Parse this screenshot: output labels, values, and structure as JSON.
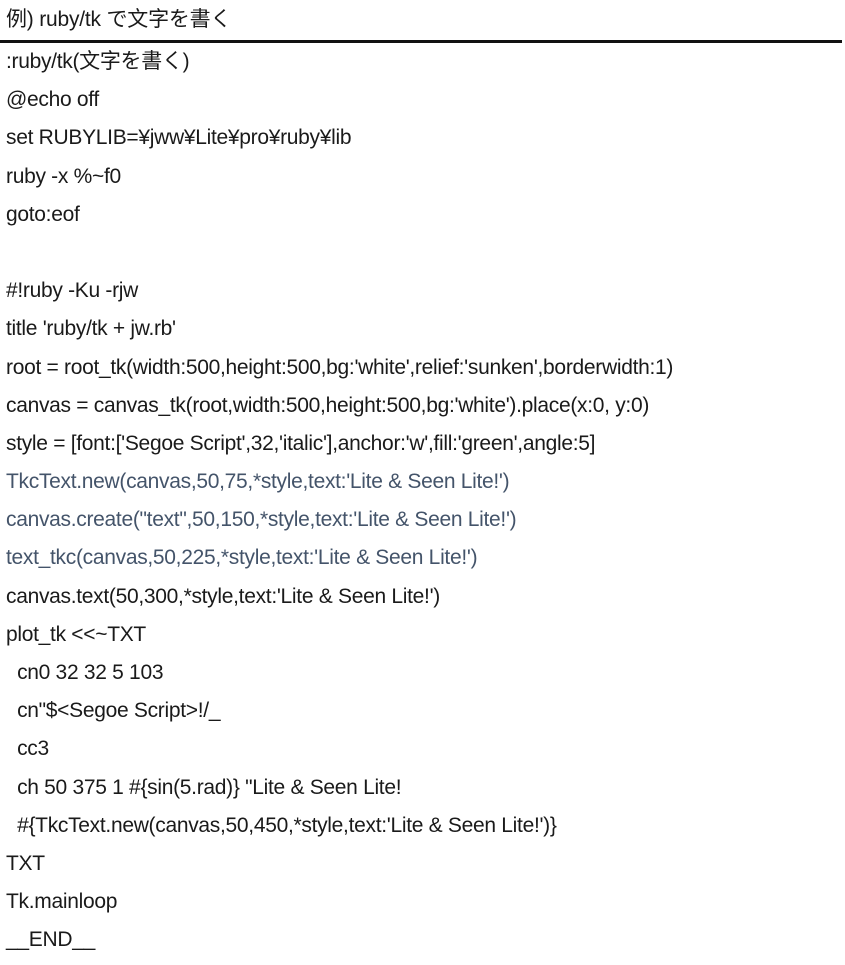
{
  "heading": "例) ruby/tk で文字を書く",
  "colors": {
    "text": "#1a1a1a",
    "highlight": "#44546a",
    "rule": "#111111"
  },
  "code_lines": [
    {
      "text": ":ruby/tk(文字を書く)",
      "style": "normal"
    },
    {
      "text": "@echo off",
      "style": "normal"
    },
    {
      "text": "set RUBYLIB=¥jww¥Lite¥pro¥ruby¥lib",
      "style": "normal"
    },
    {
      "text": "ruby -x %~f0",
      "style": "normal"
    },
    {
      "text": "goto:eof",
      "style": "normal"
    },
    {
      "text": "",
      "style": "normal"
    },
    {
      "text": "#!ruby -Ku -rjw",
      "style": "normal"
    },
    {
      "text": "title 'ruby/tk + jw.rb'",
      "style": "normal"
    },
    {
      "text": "root = root_tk(width:500,height:500,bg:'white',relief:'sunken',borderwidth:1)",
      "style": "normal"
    },
    {
      "text": "canvas = canvas_tk(root,width:500,height:500,bg:'white').place(x:0, y:0)",
      "style": "normal"
    },
    {
      "text": "style = [font:['Segoe Script',32,'italic'],anchor:'w',fill:'green',angle:5]",
      "style": "normal"
    },
    {
      "text": "TkcText.new(canvas,50,75,*style,text:'Lite & Seen Lite!')",
      "style": "blue"
    },
    {
      "text": "canvas.create(\"text\",50,150,*style,text:'Lite & Seen Lite!')",
      "style": "blue"
    },
    {
      "text": "text_tkc(canvas,50,225,*style,text:'Lite & Seen Lite!')",
      "style": "blue"
    },
    {
      "text": "canvas.text(50,300,*style,text:'Lite & Seen Lite!')",
      "style": "normal"
    },
    {
      "text": "plot_tk <<~TXT",
      "style": "normal"
    },
    {
      "text": "  cn0 32 32 5 103",
      "style": "normal"
    },
    {
      "text": "  cn\"$<Segoe Script>!/_",
      "style": "normal"
    },
    {
      "text": "  cc3",
      "style": "normal"
    },
    {
      "text": "  ch 50 375 1 #{sin(5.rad)} \"Lite & Seen Lite!",
      "style": "normal"
    },
    {
      "text": "  #{TkcText.new(canvas,50,450,*style,text:'Lite & Seen Lite!')}",
      "style": "normal"
    },
    {
      "text": "TXT",
      "style": "normal"
    },
    {
      "text": "Tk.mainloop",
      "style": "normal"
    },
    {
      "text": "__END__",
      "style": "normal"
    }
  ]
}
